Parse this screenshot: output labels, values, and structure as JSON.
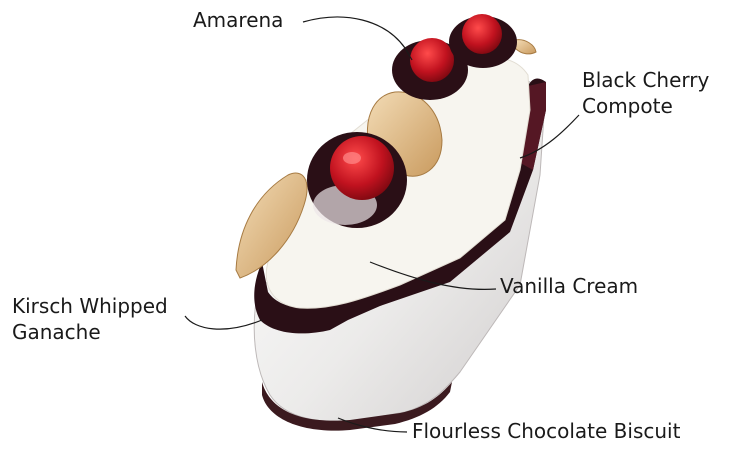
{
  "labels": {
    "amarena": "Amarena",
    "black_cherry_compote_line1": "Black Cherry",
    "black_cherry_compote_line2": "Compote",
    "vanilla_cream": "Vanilla Cream",
    "kirsch_ganache_line1": "Kirsch Whipped",
    "kirsch_ganache_line2": "Ganache",
    "flourless_biscuit": "Flourless Chocolate Biscuit"
  },
  "colors": {
    "cream": "#f7f5ef",
    "cherry": "#c1121f",
    "dark_chocolate": "#2a0f16",
    "compote": "#5a1826",
    "tuile": "#e8c79a",
    "leader_line": "#1a1a1a"
  }
}
